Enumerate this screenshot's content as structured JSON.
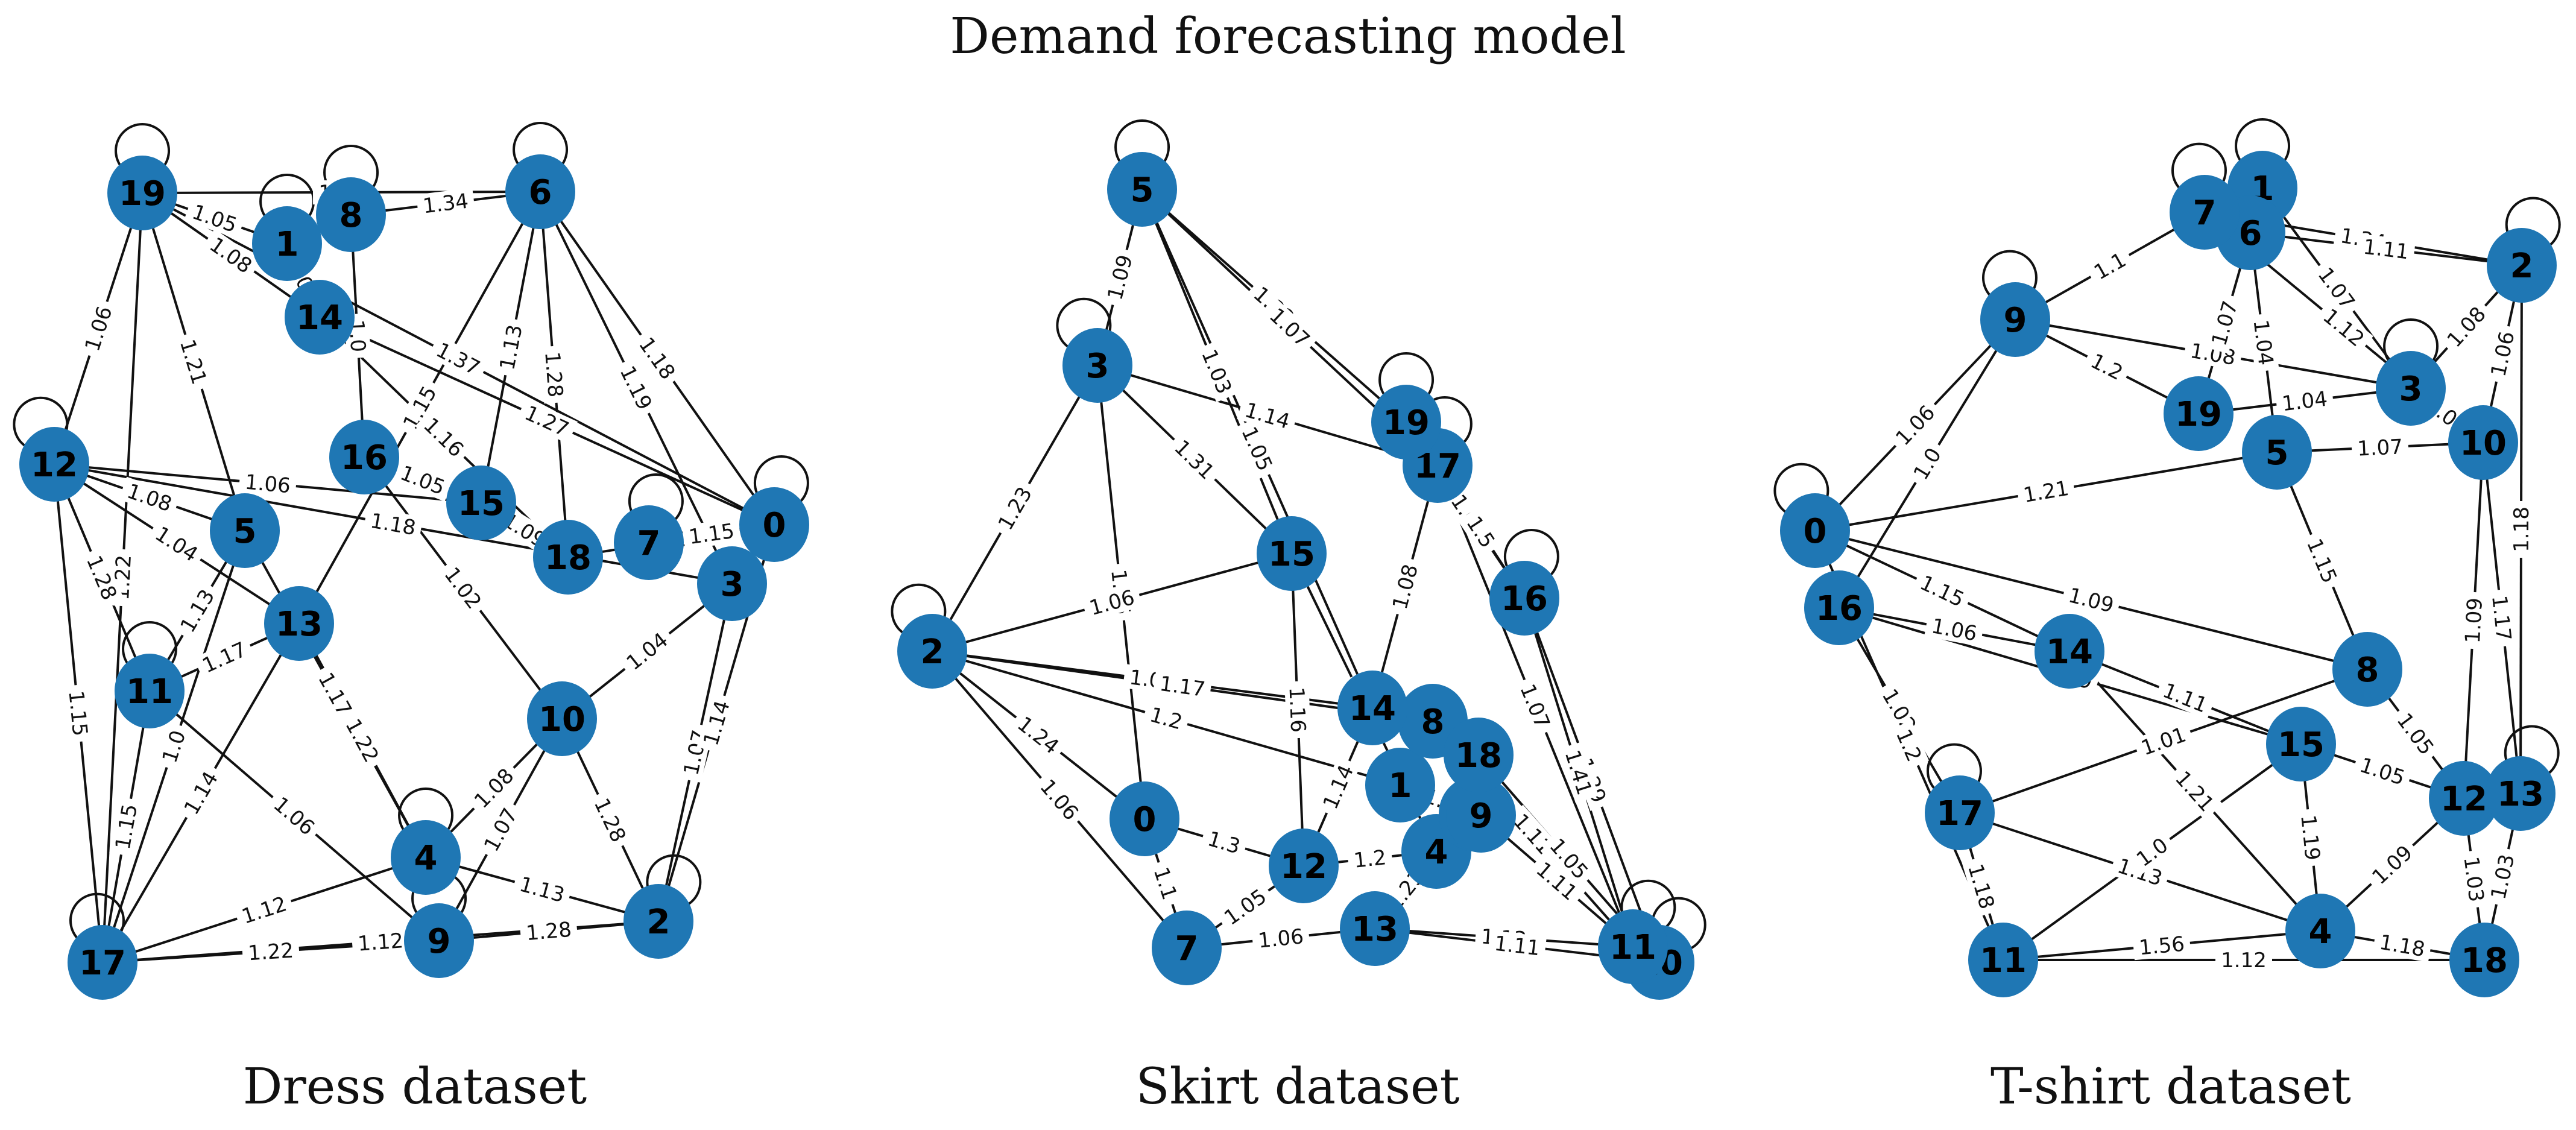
{
  "figure": {
    "title": "Demand forecasting model",
    "node_color": "#1f77b4",
    "edge_color": "#111111"
  },
  "panels": [
    {
      "id": "dress",
      "caption": "Dress dataset",
      "nodes": [
        "0",
        "1",
        "2",
        "3",
        "4",
        "5",
        "6",
        "7",
        "8",
        "9",
        "10",
        "11",
        "12",
        "13",
        "14",
        "15",
        "16",
        "17",
        "18",
        "19"
      ],
      "self_loops": [
        "19",
        "1",
        "8",
        "6",
        "12",
        "11",
        "0",
        "7",
        "2",
        "9",
        "4",
        "17"
      ],
      "edges": [
        {
          "s": "19",
          "t": "6",
          "w": "1.19"
        },
        {
          "s": "19",
          "t": "1",
          "w": "1.05"
        },
        {
          "s": "19",
          "t": "14",
          "w": "1.08"
        },
        {
          "s": "19",
          "t": "12",
          "w": "1.06"
        },
        {
          "s": "19",
          "t": "17",
          "w": "1.22"
        },
        {
          "s": "19",
          "t": "5",
          "w": "1.21"
        },
        {
          "s": "8",
          "t": "6",
          "w": "1.34"
        },
        {
          "s": "8",
          "t": "16",
          "w": "1.0"
        },
        {
          "s": "1",
          "t": "14",
          "w": "1.08"
        },
        {
          "s": "6",
          "t": "0",
          "w": "1.18"
        },
        {
          "s": "6",
          "t": "3",
          "w": "1.19"
        },
        {
          "s": "6",
          "t": "15",
          "w": "1.13"
        },
        {
          "s": "6",
          "t": "13",
          "w": "1.15"
        },
        {
          "s": "6",
          "t": "18",
          "w": "1.28"
        },
        {
          "s": "12",
          "t": "17",
          "w": "1.15"
        },
        {
          "s": "12",
          "t": "11",
          "w": "1.28"
        },
        {
          "s": "12",
          "t": "5",
          "w": "1.08"
        },
        {
          "s": "12",
          "t": "15",
          "w": "1.06"
        },
        {
          "s": "12",
          "t": "13",
          "w": "1.04"
        },
        {
          "s": "5",
          "t": "11",
          "w": "1.13"
        },
        {
          "s": "16",
          "t": "15",
          "w": "1.05"
        },
        {
          "s": "16",
          "t": "10",
          "w": "1.02"
        },
        {
          "s": "15",
          "t": "18",
          "w": "1.09"
        },
        {
          "s": "18",
          "t": "0",
          "w": "1.13"
        },
        {
          "s": "7",
          "t": "0",
          "w": "1.15"
        },
        {
          "s": "3",
          "t": "10",
          "w": "1.04"
        },
        {
          "s": "3",
          "t": "2",
          "w": "1.07"
        },
        {
          "s": "0",
          "t": "2",
          "w": "1.14"
        },
        {
          "s": "13",
          "t": "11",
          "w": "1.17"
        },
        {
          "s": "13",
          "t": "4",
          "w": "1.22"
        },
        {
          "s": "11",
          "t": "17",
          "w": "1.15"
        },
        {
          "s": "11",
          "t": "9",
          "w": "1.06"
        },
        {
          "s": "17",
          "t": "9",
          "w": "1.22"
        },
        {
          "s": "17",
          "t": "4",
          "w": "1.12"
        },
        {
          "s": "17",
          "t": "2",
          "w": "1.12"
        },
        {
          "s": "17",
          "t": "13",
          "w": "1.14"
        },
        {
          "s": "9",
          "t": "2",
          "w": "1.28"
        },
        {
          "s": "9",
          "t": "10",
          "w": "1.07"
        },
        {
          "s": "4",
          "t": "2",
          "w": "1.13"
        },
        {
          "s": "4",
          "t": "10",
          "w": "1.08"
        },
        {
          "s": "2",
          "t": "10",
          "w": "1.28"
        },
        {
          "s": "14",
          "t": "18",
          "w": "1.16"
        },
        {
          "s": "14",
          "t": "0",
          "w": "1.27"
        },
        {
          "s": "5",
          "t": "4",
          "w": "1.17"
        },
        {
          "s": "17",
          "t": "5",
          "w": "1.0"
        },
        {
          "s": "12",
          "t": "3",
          "w": "1.18"
        },
        {
          "s": "19",
          "t": "0",
          "w": "1.37"
        }
      ]
    },
    {
      "id": "skirt",
      "caption": "Skirt dataset",
      "nodes": [
        "0",
        "1",
        "2",
        "3",
        "4",
        "5",
        "6",
        "7",
        "8",
        "9",
        "10",
        "11",
        "12",
        "13",
        "14",
        "15",
        "16",
        "17",
        "18",
        "19"
      ],
      "self_loops": [
        "5",
        "3",
        "2",
        "19",
        "17",
        "16",
        "11",
        "10"
      ],
      "edges": [
        {
          "s": "5",
          "t": "3",
          "w": "1.09"
        },
        {
          "s": "5",
          "t": "19",
          "w": "1.32"
        },
        {
          "s": "5",
          "t": "17",
          "w": "1.07"
        },
        {
          "s": "5",
          "t": "15",
          "w": "1.03"
        },
        {
          "s": "5",
          "t": "14",
          "w": "1.05"
        },
        {
          "s": "3",
          "t": "2",
          "w": "1.23"
        },
        {
          "s": "3",
          "t": "15",
          "w": "1.31"
        },
        {
          "s": "3",
          "t": "17",
          "w": "1.14"
        },
        {
          "s": "3",
          "t": "0",
          "w": "1.05"
        },
        {
          "s": "2",
          "t": "15",
          "w": "1.06"
        },
        {
          "s": "2",
          "t": "14",
          "w": "1.02"
        },
        {
          "s": "2",
          "t": "0",
          "w": "1.24"
        },
        {
          "s": "2",
          "t": "7",
          "w": "1.06"
        },
        {
          "s": "2",
          "t": "8",
          "w": "1.17"
        },
        {
          "s": "2",
          "t": "1",
          "w": "1.2"
        },
        {
          "s": "19",
          "t": "16",
          "w": "1.0"
        },
        {
          "s": "17",
          "t": "16",
          "w": "1.5"
        },
        {
          "s": "17",
          "t": "11",
          "w": "1.07"
        },
        {
          "s": "17",
          "t": "14",
          "w": "1.08"
        },
        {
          "s": "16",
          "t": "10",
          "w": "1.29"
        },
        {
          "s": "16",
          "t": "11",
          "w": "1.41"
        },
        {
          "s": "15",
          "t": "4",
          "w": "1.18"
        },
        {
          "s": "15",
          "t": "12",
          "w": "1.16"
        },
        {
          "s": "14",
          "t": "12",
          "w": "1.14"
        },
        {
          "s": "8",
          "t": "11",
          "w": "1.11"
        },
        {
          "s": "18",
          "t": "10",
          "w": "1.05"
        },
        {
          "s": "9",
          "t": "11",
          "w": "1.11"
        },
        {
          "s": "4",
          "t": "13",
          "w": "1.23"
        },
        {
          "s": "0",
          "t": "12",
          "w": "1.3"
        },
        {
          "s": "7",
          "t": "13",
          "w": "1.06"
        },
        {
          "s": "7",
          "t": "12",
          "w": "1.05"
        },
        {
          "s": "13",
          "t": "11",
          "w": "1.13"
        },
        {
          "s": "13",
          "t": "10",
          "w": "1.11"
        },
        {
          "s": "12",
          "t": "4",
          "w": "1.2"
        },
        {
          "s": "0",
          "t": "7",
          "w": "1.1"
        },
        {
          "s": "1",
          "t": "9",
          "w": "1.0"
        }
      ]
    },
    {
      "id": "tshirt",
      "caption": "T-shirt dataset",
      "nodes": [
        "0",
        "1",
        "2",
        "3",
        "4",
        "5",
        "6",
        "7",
        "8",
        "9",
        "10",
        "11",
        "12",
        "13",
        "14",
        "15",
        "16",
        "17",
        "18",
        "19"
      ],
      "self_loops": [
        "1",
        "7",
        "2",
        "9",
        "3",
        "0",
        "17",
        "13"
      ],
      "edges": [
        {
          "s": "7",
          "t": "2",
          "w": "1.34"
        },
        {
          "s": "6",
          "t": "2",
          "w": "1.11"
        },
        {
          "s": "9",
          "t": "7",
          "w": "1.1"
        },
        {
          "s": "9",
          "t": "0",
          "w": "1.06"
        },
        {
          "s": "9",
          "t": "19",
          "w": "1.2"
        },
        {
          "s": "9",
          "t": "3",
          "w": "1.08"
        },
        {
          "s": "9",
          "t": "16",
          "w": "1.0"
        },
        {
          "s": "1",
          "t": "3",
          "w": "1.07"
        },
        {
          "s": "6",
          "t": "19",
          "w": "1.07"
        },
        {
          "s": "6",
          "t": "5",
          "w": "1.04"
        },
        {
          "s": "2",
          "t": "10",
          "w": "1.06"
        },
        {
          "s": "2",
          "t": "3",
          "w": "1.08"
        },
        {
          "s": "2",
          "t": "13",
          "w": "1.18"
        },
        {
          "s": "19",
          "t": "3",
          "w": "1.04"
        },
        {
          "s": "5",
          "t": "10",
          "w": "1.07"
        },
        {
          "s": "5",
          "t": "8",
          "w": "1.15"
        },
        {
          "s": "3",
          "t": "10",
          "w": "1.08"
        },
        {
          "s": "10",
          "t": "12",
          "w": "1.09"
        },
        {
          "s": "10",
          "t": "13",
          "w": "1.17"
        },
        {
          "s": "0",
          "t": "14",
          "w": "1.15"
        },
        {
          "s": "0",
          "t": "5",
          "w": "1.21"
        },
        {
          "s": "0",
          "t": "8",
          "w": "1.09"
        },
        {
          "s": "16",
          "t": "14",
          "w": "1.06"
        },
        {
          "s": "16",
          "t": "17",
          "w": "1.02"
        },
        {
          "s": "16",
          "t": "15",
          "w": "1.09"
        },
        {
          "s": "14",
          "t": "15",
          "w": "1.11"
        },
        {
          "s": "14",
          "t": "4",
          "w": "1.21"
        },
        {
          "s": "8",
          "t": "12",
          "w": "1.05"
        },
        {
          "s": "15",
          "t": "12",
          "w": "1.05"
        },
        {
          "s": "15",
          "t": "4",
          "w": "1.19"
        },
        {
          "s": "12",
          "t": "18",
          "w": "1.03"
        },
        {
          "s": "13",
          "t": "18",
          "w": "1.03"
        },
        {
          "s": "17",
          "t": "11",
          "w": "1.18"
        },
        {
          "s": "17",
          "t": "4",
          "w": "1.13"
        },
        {
          "s": "11",
          "t": "4",
          "w": "1.56"
        },
        {
          "s": "11",
          "t": "18",
          "w": "1.12"
        },
        {
          "s": "4",
          "t": "18",
          "w": "1.18"
        },
        {
          "s": "11",
          "t": "15",
          "w": "1.0"
        },
        {
          "s": "0",
          "t": "11",
          "w": "1.2"
        },
        {
          "s": "17",
          "t": "8",
          "w": "1.01"
        },
        {
          "s": "4",
          "t": "12",
          "w": "1.09"
        },
        {
          "s": "7",
          "t": "10",
          "w": "1.12"
        }
      ]
    }
  ]
}
